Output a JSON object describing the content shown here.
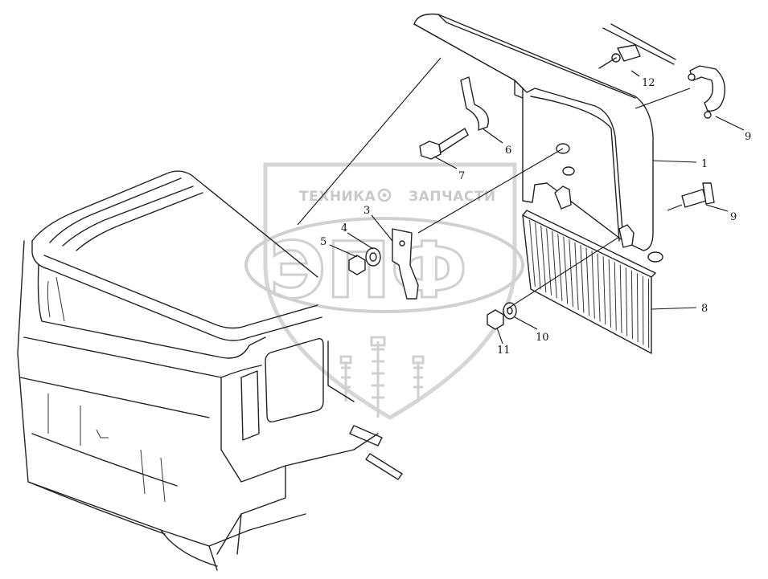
{
  "watermark": {
    "left_text": "ТЕХНИКА",
    "right_text": "ЗАПЧАСТИ",
    "big_text": "ЭПФ"
  },
  "callouts": [
    {
      "id": "c1",
      "label": "1"
    },
    {
      "id": "c3",
      "label": "3"
    },
    {
      "id": "c4",
      "label": "4"
    },
    {
      "id": "c5",
      "label": "5"
    },
    {
      "id": "c6",
      "label": "6"
    },
    {
      "id": "c7",
      "label": "7"
    },
    {
      "id": "c8",
      "label": "8"
    },
    {
      "id": "c9a",
      "label": "9"
    },
    {
      "id": "c9b",
      "label": "9"
    },
    {
      "id": "c10",
      "label": "10"
    },
    {
      "id": "c11",
      "label": "11"
    },
    {
      "id": "c12",
      "label": "12"
    }
  ]
}
